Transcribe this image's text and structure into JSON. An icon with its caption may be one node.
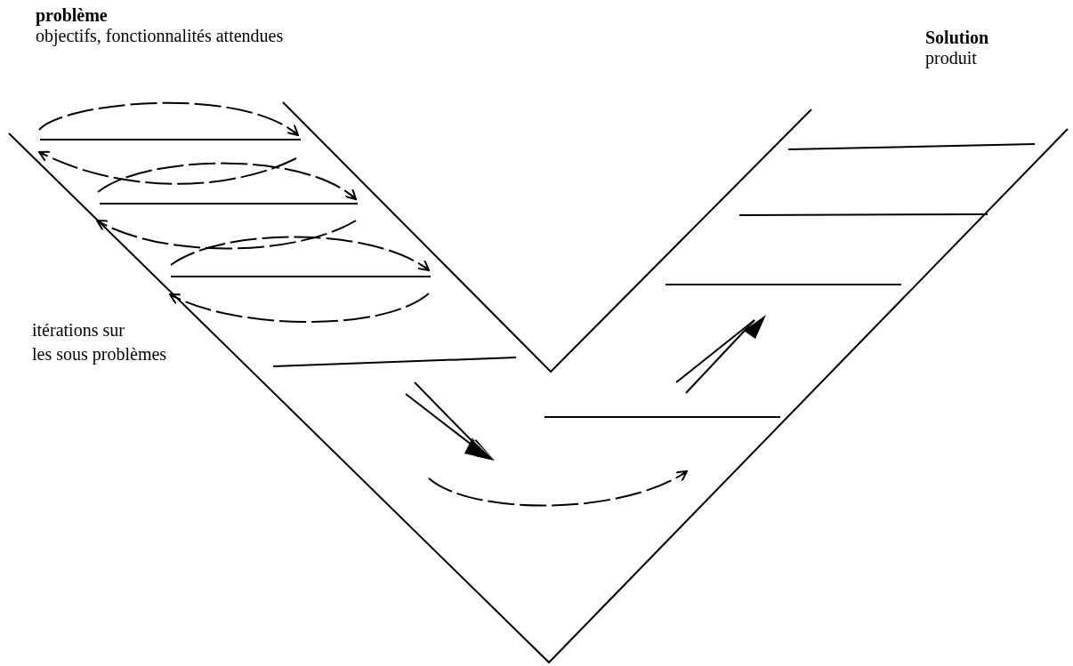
{
  "diagram": {
    "labels": [
      "problème",
      "objectifs, fonctionnalités attendues",
      "Solution",
      "produit",
      "itérations sur les sous problèmes"
    ]
  }
}
